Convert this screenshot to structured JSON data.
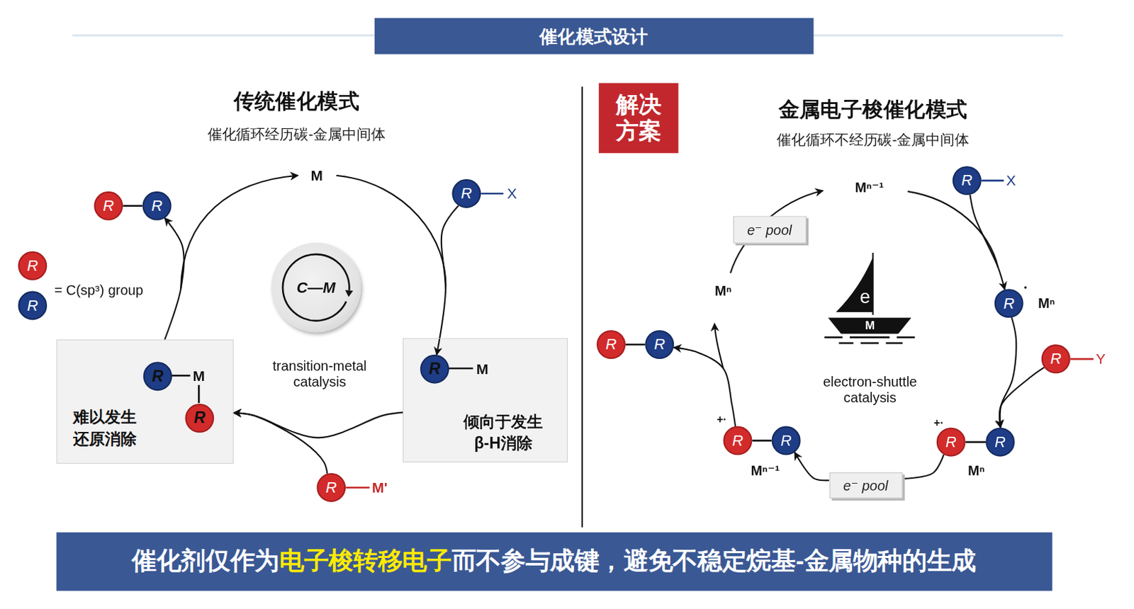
{
  "diagram": {
    "nodes": [
      {
        "text": [
          "催化模式设计"
        ]
      },
      {
        "text": [
          "解决 方案"
        ]
      },
      {
        "text": [
          "R"
        ]
      },
      {
        "text": [
          "R"
        ]
      },
      {
        "text": [
          "R"
        ]
      },
      {
        "text": [
          "R"
        ]
      },
      {
        "text": [
          "R"
        ]
      },
      {
        "text": [
          "C—M"
        ]
      },
      {
        "text": [
          "难以发生 还原消除"
        ]
      },
      {
        "text": [
          "R"
        ],
        "in": 8
      },
      {
        "text": [
          "R"
        ],
        "in": 8
      },
      {
        "text": [
          "倾向于发生 β-H消除"
        ]
      },
      {
        "text": [
          "R"
        ],
        "in": 11
      },
      {
        "text": [
          "R"
        ]
      },
      {
        "text": [
          "R"
        ]
      },
      {
        "text": [
          "e⁻ pool"
        ]
      },
      {
        "text": [
          "R"
        ]
      },
      {
        "text": [
          "R"
        ]
      },
      {
        "text": [
          "R"
        ]
      },
      {
        "text": [
          "R"
        ]
      },
      {
        "text": [
          "R"
        ]
      },
      {
        "text": [
          "R"
        ]
      },
      {
        "text": [
          "R"
        ]
      },
      {
        "text": [
          "R"
        ]
      },
      {
        "text": [
          "e⁻ pool"
        ]
      },
      {
        "text": [
          "催化剂仅作为",
          "电子梭转移电子",
          "而不参与成键，避免不稳定烷基-金属物种的生成"
        ]
      }
    ],
    "edges": [
      {
        "from": 4,
        "to": 12,
        "arrow": "to"
      },
      {
        "from": 11,
        "to": 8,
        "arrow": "to"
      },
      {
        "from": 13,
        "to": 8,
        "arrow": "to"
      },
      {
        "from": 8,
        "to": 3,
        "arrow": "to"
      },
      {
        "from": 14,
        "to": 16,
        "arrow": "to"
      },
      {
        "from": 16,
        "to": 23,
        "arrow": "to"
      },
      {
        "from": 19,
        "to": 23,
        "arrow": "to"
      },
      {
        "from": 22,
        "to": 24,
        "arrow": "none"
      },
      {
        "from": 24,
        "to": 21,
        "arrow": "to"
      },
      {
        "from": 20,
        "to": 18,
        "arrow": "to"
      }
    ],
    "labels": [
      "传统催化模式",
      "催化循环经历碳-金属中间体",
      "金属电子梭催化模式",
      "催化循环不经历碳-金属中间体",
      "= C(sp³) group",
      "M",
      "X",
      "M",
      "M",
      "M'",
      "transition-metal catalysis",
      "Mⁿ⁻¹",
      "X",
      "•",
      "Mⁿ",
      "Y",
      "Mⁿ",
      "+·",
      "+·",
      "Mⁿ⁻¹",
      "Mⁿ",
      "e",
      "M",
      "electron-shuttle catalysis"
    ]
  }
}
